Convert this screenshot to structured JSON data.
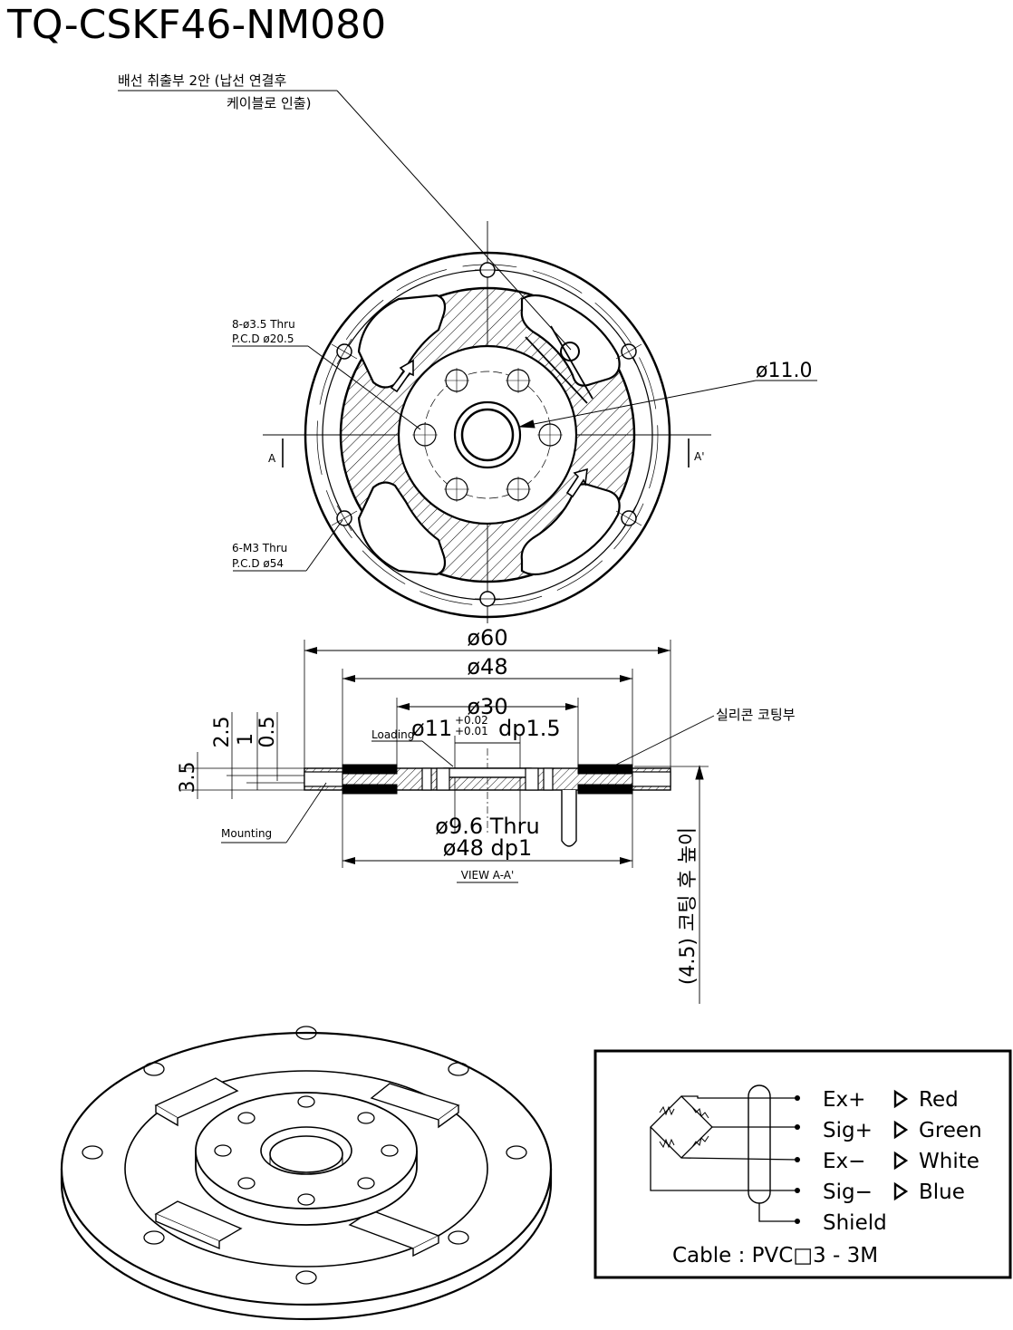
{
  "title": "TQ-CSKF46-NM080",
  "top_view": {
    "cable_note_line1": "배선 취출부 2안 (납선 연결후",
    "cable_note_line2": "케이블로 인출)",
    "hole_note_line1": "8-ø3.5 Thru",
    "hole_note_line2": "P.C.D ø20.5",
    "mount_note_line1": "6-M3 Thru",
    "mount_note_line2": "P.C.D ø54",
    "bore_dim": "ø11.0",
    "section_left": "A",
    "section_right": "A'"
  },
  "section_view": {
    "dia_60": "ø60",
    "dia_48": "ø48",
    "dia_30": "ø30",
    "bore_dim": "ø11",
    "bore_tol_upper": "+0.02",
    "bore_tol_lower": "+0.01",
    "bore_depth": "dp1.5",
    "loading_label": "Loading",
    "coating_label": "실리콘 코팅부",
    "dim_25": "2.5",
    "dim_1": "1",
    "dim_05": "0.5",
    "dim_35": "3.5",
    "mounting_label": "Mounting",
    "thru_dim": "ø9.6 Thru",
    "pocket_dim": "ø48 dp1",
    "view_label": "VIEW A-A'",
    "height_note": "(4.5) 코팅 후 높이"
  },
  "wiring": {
    "wires": [
      {
        "signal": "Ex+",
        "color": "Red"
      },
      {
        "signal": "Sig+",
        "color": "Green"
      },
      {
        "signal": "Ex−",
        "color": "White"
      },
      {
        "signal": "Sig−",
        "color": "Blue"
      }
    ],
    "shield": "Shield",
    "cable_spec": "Cable : PVC□3 - 3M"
  }
}
